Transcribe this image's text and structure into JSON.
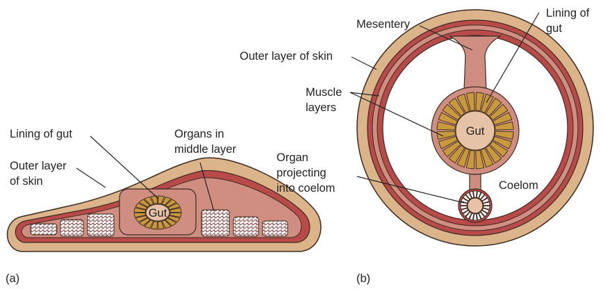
{
  "colors": {
    "skin": "#dcb48a",
    "outline": "#3a2a20",
    "muscle_dark": "#b84a4a",
    "body_pink": "#cf8e80",
    "gut_lining": "#c99a3c",
    "gut_center": "#e6c2a6",
    "coelom": "#ffffff",
    "leader": "#222222"
  },
  "panel_a": {
    "panel_label": "(a)",
    "labels": {
      "lining_of_gut": "Lining of gut",
      "outer_layer_line1": "Outer layer",
      "outer_layer_line2": "of skin",
      "organs_line1": "Organs in",
      "organs_line2": "middle layer",
      "gut": "Gut"
    }
  },
  "panel_b": {
    "panel_label": "(b)",
    "labels": {
      "mesentery": "Mesentery",
      "lining_line1": "Lining of",
      "lining_line2": "gut",
      "outer_layer": "Outer layer of skin",
      "muscle_line1": "Muscle",
      "muscle_line2": "layers",
      "organ_line1": "Organ",
      "organ_line2": "projecting",
      "organ_line3": "into coelom",
      "gut": "Gut",
      "coelom": "Coelom"
    }
  }
}
